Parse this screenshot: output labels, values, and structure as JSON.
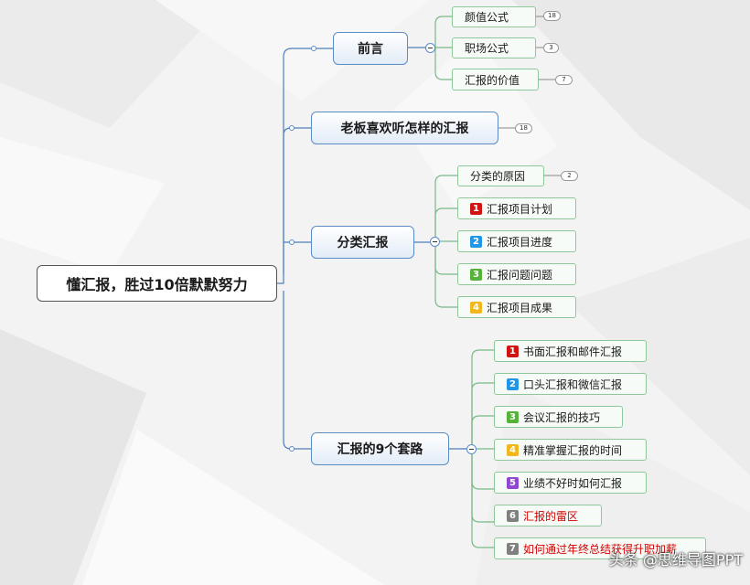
{
  "root": {
    "label": "懂汇报，胜过10倍默默努力"
  },
  "branches": [
    {
      "label": "前言",
      "children": [
        {
          "label": "颜值公式",
          "count": "18"
        },
        {
          "label": "职场公式",
          "count": "3"
        },
        {
          "label": "汇报的价值",
          "count": "7"
        }
      ]
    },
    {
      "label": "老板喜欢听怎样的汇报",
      "count": "18"
    },
    {
      "label": "分类汇报",
      "children": [
        {
          "label": "分类的原因",
          "count": "2"
        },
        {
          "label": "汇报项目计划",
          "badge": "1",
          "badge_color": "#d01414"
        },
        {
          "label": "汇报项目进度",
          "badge": "2",
          "badge_color": "#2196e6"
        },
        {
          "label": "汇报问题问题",
          "badge": "3",
          "badge_color": "#56b33a"
        },
        {
          "label": "汇报项目成果",
          "badge": "4",
          "badge_color": "#f2b71c"
        }
      ]
    },
    {
      "label": "汇报的9个套路",
      "children": [
        {
          "label": "书面汇报和邮件汇报",
          "badge": "1",
          "badge_color": "#d01414"
        },
        {
          "label": "口头汇报和微信汇报",
          "badge": "2",
          "badge_color": "#2196e6"
        },
        {
          "label": "会议汇报的技巧",
          "badge": "3",
          "badge_color": "#56b33a"
        },
        {
          "label": "精准掌握汇报的时间",
          "badge": "4",
          "badge_color": "#f2b71c"
        },
        {
          "label": "业绩不好时如何汇报",
          "badge": "5",
          "badge_color": "#9147d6"
        },
        {
          "label": "汇报的雷区",
          "badge": "6",
          "badge_color": "#808080",
          "color": "#d40000"
        },
        {
          "label": "如何通过年终总结获得升职加薪",
          "badge": "7",
          "badge_color": "#808080",
          "color": "#d40000"
        }
      ]
    }
  ],
  "watermark": "头条 @思维导图PPT"
}
